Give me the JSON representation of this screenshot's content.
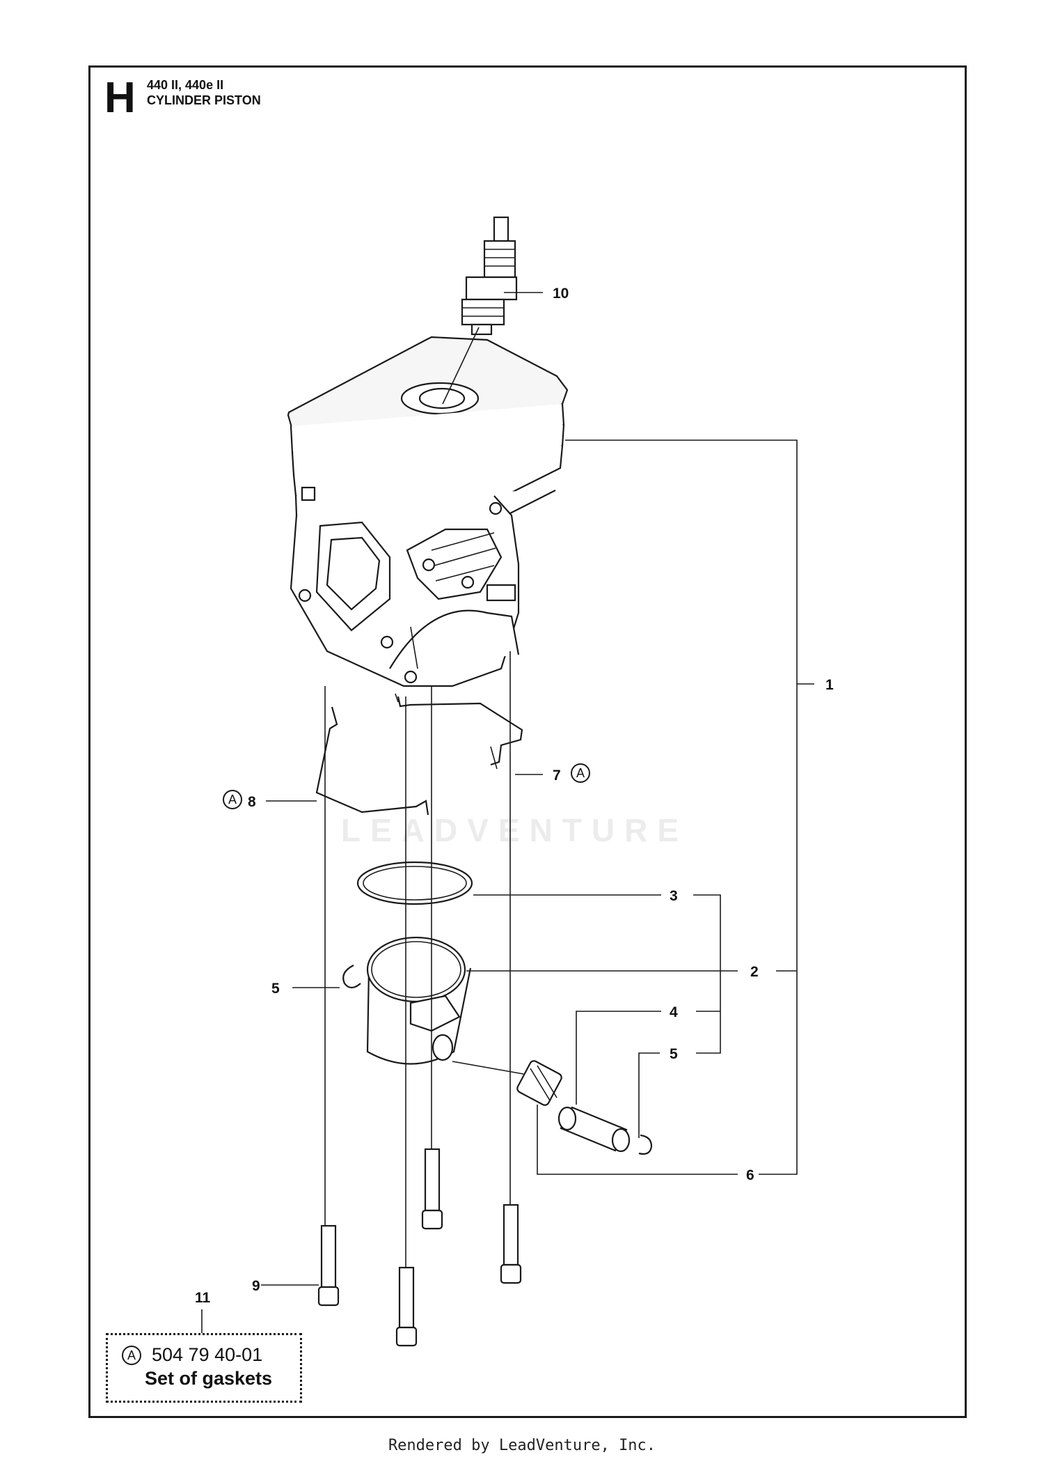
{
  "header": {
    "section_letter": "H",
    "models": "440 II, 440e II",
    "assembly_title": "CYLINDER PISTON"
  },
  "callouts": [
    {
      "id": "1",
      "label": "1"
    },
    {
      "id": "2",
      "label": "2"
    },
    {
      "id": "3",
      "label": "3"
    },
    {
      "id": "4",
      "label": "4"
    },
    {
      "id": "5a",
      "label": "5"
    },
    {
      "id": "5b",
      "label": "5"
    },
    {
      "id": "6",
      "label": "6"
    },
    {
      "id": "7",
      "label": "7",
      "marker": "A"
    },
    {
      "id": "8",
      "label": "8",
      "marker": "A"
    },
    {
      "id": "9",
      "label": "9"
    },
    {
      "id": "10",
      "label": "10"
    },
    {
      "id": "11",
      "label": "11"
    }
  ],
  "gasket_set": {
    "marker": "A",
    "part_number": "504 79 40-01",
    "description": "Set of gaskets"
  },
  "watermark": "LEADVENTURE",
  "footer": "Rendered by LeadVenture, Inc."
}
